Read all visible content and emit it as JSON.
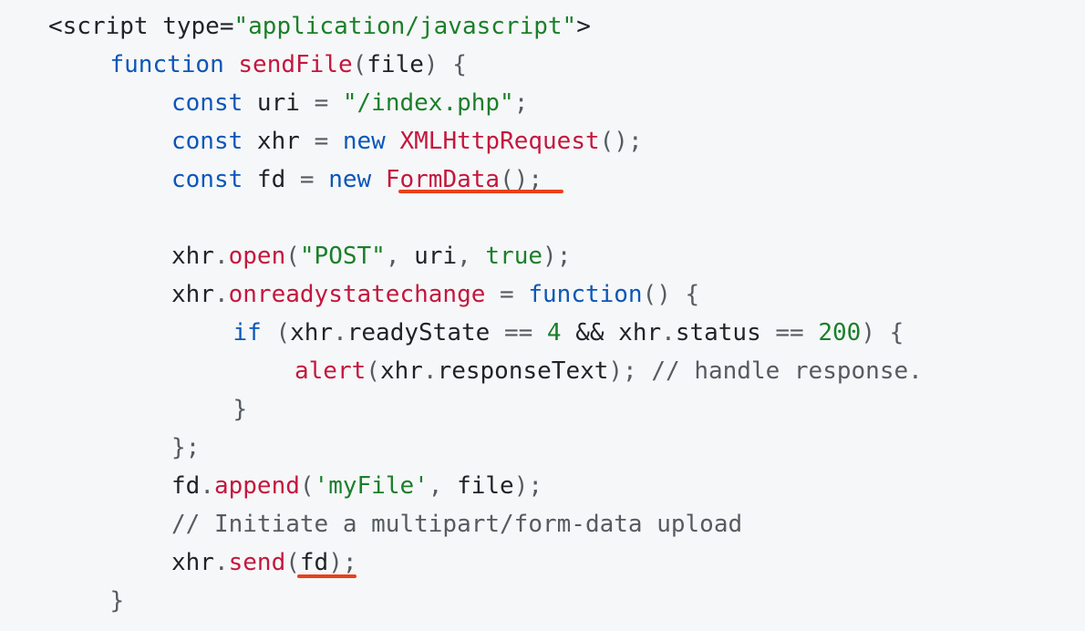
{
  "code": {
    "lines": [
      {
        "indent": 0,
        "tokens": [
          {
            "t": "<script type=",
            "c": "plain"
          },
          {
            "t": "\"application/javascript\"",
            "c": "str"
          },
          {
            "t": ">",
            "c": "plain"
          }
        ]
      },
      {
        "indent": 1,
        "tokens": [
          {
            "t": "function",
            "c": "kw"
          },
          {
            "t": " ",
            "c": "plain"
          },
          {
            "t": "sendFile",
            "c": "fn"
          },
          {
            "t": "(",
            "c": "pun"
          },
          {
            "t": "file",
            "c": "plain"
          },
          {
            "t": ")",
            "c": "pun"
          },
          {
            "t": " {",
            "c": "pun"
          }
        ]
      },
      {
        "indent": 2,
        "tokens": [
          {
            "t": "const",
            "c": "kw"
          },
          {
            "t": " uri ",
            "c": "plain"
          },
          {
            "t": "=",
            "c": "pun"
          },
          {
            "t": " ",
            "c": "plain"
          },
          {
            "t": "\"/index.php\"",
            "c": "str"
          },
          {
            "t": ";",
            "c": "pun"
          }
        ]
      },
      {
        "indent": 2,
        "tokens": [
          {
            "t": "const",
            "c": "kw"
          },
          {
            "t": " xhr ",
            "c": "plain"
          },
          {
            "t": "=",
            "c": "pun"
          },
          {
            "t": " ",
            "c": "plain"
          },
          {
            "t": "new",
            "c": "kw"
          },
          {
            "t": " ",
            "c": "plain"
          },
          {
            "t": "XMLHttpRequest",
            "c": "fn"
          },
          {
            "t": "();",
            "c": "pun"
          }
        ]
      },
      {
        "indent": 2,
        "tokens": [
          {
            "t": "const",
            "c": "kw"
          },
          {
            "t": " fd ",
            "c": "plain"
          },
          {
            "t": "=",
            "c": "pun"
          },
          {
            "t": " ",
            "c": "plain"
          },
          {
            "t": "new",
            "c": "kw"
          },
          {
            "t": " ",
            "c": "plain"
          },
          {
            "t": "FormData",
            "c": "fn"
          },
          {
            "t": "();",
            "c": "pun"
          }
        ]
      },
      {
        "indent": 0,
        "tokens": []
      },
      {
        "indent": 2,
        "tokens": [
          {
            "t": "xhr",
            "c": "plain"
          },
          {
            "t": ".",
            "c": "pun"
          },
          {
            "t": "open",
            "c": "fn"
          },
          {
            "t": "(",
            "c": "pun"
          },
          {
            "t": "\"POST\"",
            "c": "str"
          },
          {
            "t": ", ",
            "c": "pun"
          },
          {
            "t": "uri",
            "c": "plain"
          },
          {
            "t": ", ",
            "c": "pun"
          },
          {
            "t": "true",
            "c": "lit"
          },
          {
            "t": ");",
            "c": "pun"
          }
        ]
      },
      {
        "indent": 2,
        "tokens": [
          {
            "t": "xhr",
            "c": "plain"
          },
          {
            "t": ".",
            "c": "pun"
          },
          {
            "t": "onreadystatechange",
            "c": "fn"
          },
          {
            "t": " ",
            "c": "plain"
          },
          {
            "t": "=",
            "c": "pun"
          },
          {
            "t": " ",
            "c": "plain"
          },
          {
            "t": "function",
            "c": "kw"
          },
          {
            "t": "() {",
            "c": "pun"
          }
        ]
      },
      {
        "indent": 3,
        "tokens": [
          {
            "t": "if",
            "c": "kw"
          },
          {
            "t": " (",
            "c": "pun"
          },
          {
            "t": "xhr",
            "c": "plain"
          },
          {
            "t": ".",
            "c": "pun"
          },
          {
            "t": "readyState ",
            "c": "plain"
          },
          {
            "t": "==",
            "c": "pun"
          },
          {
            "t": " ",
            "c": "plain"
          },
          {
            "t": "4",
            "c": "num"
          },
          {
            "t": " ",
            "c": "plain"
          },
          {
            "t": "&&",
            "c": "plain"
          },
          {
            "t": " xhr",
            "c": "plain"
          },
          {
            "t": ".",
            "c": "pun"
          },
          {
            "t": "status ",
            "c": "plain"
          },
          {
            "t": "==",
            "c": "pun"
          },
          {
            "t": " ",
            "c": "plain"
          },
          {
            "t": "200",
            "c": "num"
          },
          {
            "t": ") {",
            "c": "pun"
          }
        ]
      },
      {
        "indent": 4,
        "tokens": [
          {
            "t": "alert",
            "c": "fn"
          },
          {
            "t": "(",
            "c": "pun"
          },
          {
            "t": "xhr",
            "c": "plain"
          },
          {
            "t": ".",
            "c": "pun"
          },
          {
            "t": "responseText",
            "c": "plain"
          },
          {
            "t": ");",
            "c": "pun"
          },
          {
            "t": " ",
            "c": "plain"
          },
          {
            "t": "// handle response.",
            "c": "com"
          }
        ]
      },
      {
        "indent": 3,
        "tokens": [
          {
            "t": "}",
            "c": "pun"
          }
        ]
      },
      {
        "indent": 2,
        "tokens": [
          {
            "t": "};",
            "c": "pun"
          }
        ]
      },
      {
        "indent": 2,
        "tokens": [
          {
            "t": "fd",
            "c": "plain"
          },
          {
            "t": ".",
            "c": "pun"
          },
          {
            "t": "append",
            "c": "fn"
          },
          {
            "t": "(",
            "c": "pun"
          },
          {
            "t": "'myFile'",
            "c": "str"
          },
          {
            "t": ", ",
            "c": "pun"
          },
          {
            "t": "file",
            "c": "plain"
          },
          {
            "t": ");",
            "c": "pun"
          }
        ]
      },
      {
        "indent": 2,
        "tokens": [
          {
            "t": "// Initiate a multipart/form-data upload",
            "c": "com"
          }
        ]
      },
      {
        "indent": 2,
        "tokens": [
          {
            "t": "xhr",
            "c": "plain"
          },
          {
            "t": ".",
            "c": "pun"
          },
          {
            "t": "send",
            "c": "fn"
          },
          {
            "t": "(",
            "c": "pun"
          },
          {
            "t": "fd",
            "c": "plain"
          },
          {
            "t": ");",
            "c": "pun"
          }
        ]
      },
      {
        "indent": 1,
        "tokens": [
          {
            "t": "}",
            "c": "pun"
          }
        ]
      }
    ],
    "highlights": [
      {
        "label": "FormData()"
      },
      {
        "label": "(fd)"
      }
    ]
  }
}
